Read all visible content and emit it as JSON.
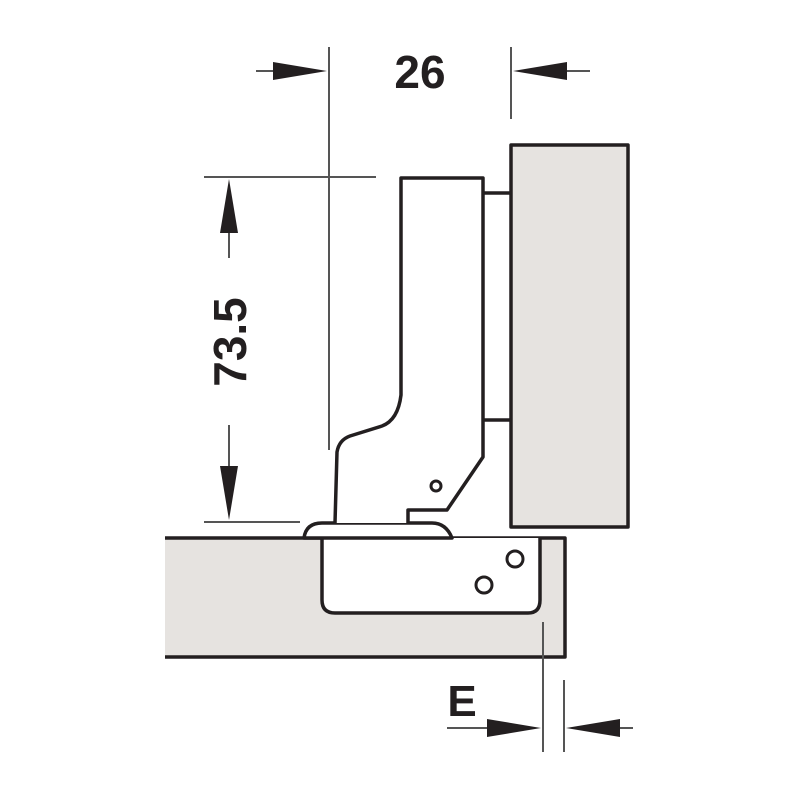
{
  "dimensions": {
    "width_label": "26",
    "height_label": "73.5",
    "overlay_label": "E"
  },
  "colors": {
    "line": "#231f20",
    "panel_fill": "#e6e3e0",
    "background": "#ffffff"
  }
}
